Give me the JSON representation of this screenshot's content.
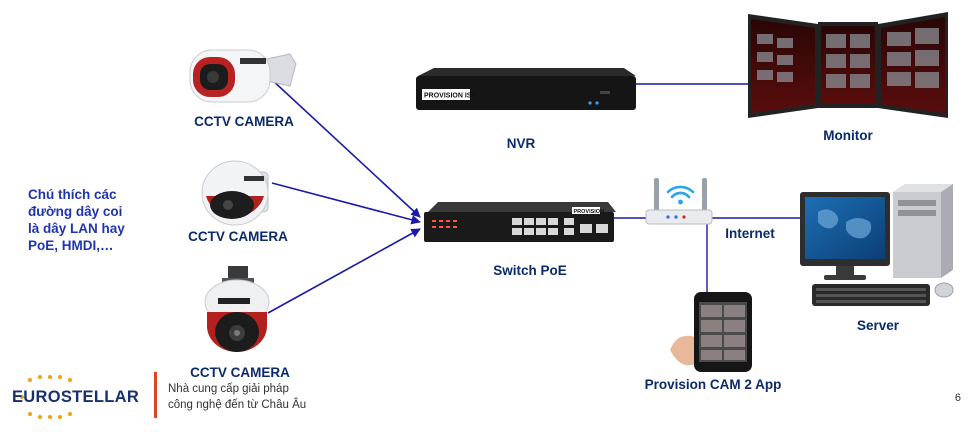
{
  "devices": {
    "camera1_label": "CCTV CAMERA",
    "camera2_label": "CCTV CAMERA",
    "camera3_label": "CCTV CAMERA",
    "nvr_label": "NVR",
    "monitor_label": "Monitor",
    "switch_label": "Switch PoE",
    "internet_label": "Internet",
    "server_label": "Server",
    "app_label": "Provision CAM 2 App"
  },
  "device_markings": {
    "nvr_brand": "PROVISION ISR",
    "switch_brand": "PROVISION"
  },
  "note": {
    "lines": [
      "Chú thích các",
      "đường dây coi",
      "là dây LAN hay",
      "PoE, HMDI,…"
    ]
  },
  "footer": {
    "brand": "EUROSTELLAR",
    "tagline_lines": [
      "Nhà cung cấp giải pháp",
      "công nghệ đến từ Châu Âu"
    ],
    "page_number": "6"
  },
  "colors": {
    "line_blue": "#1a1aa8",
    "label_navy": "#0a2a6b",
    "note_blue": "#1f35b0",
    "accent_red": "#e0461d"
  }
}
